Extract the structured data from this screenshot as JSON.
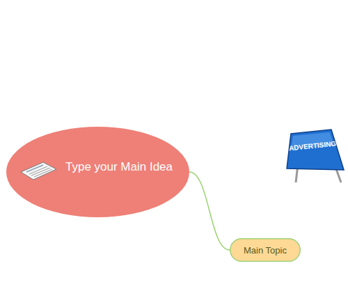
{
  "diagram": {
    "nodes": [
      {
        "text": [
          "Type your Main Idea"
        ]
      },
      {
        "text": [
          "Main Topic"
        ]
      }
    ],
    "edges": [
      {
        "from": 0,
        "to": 1,
        "arrow": "none"
      }
    ],
    "labels": [
      "ADVERTISING"
    ]
  }
}
